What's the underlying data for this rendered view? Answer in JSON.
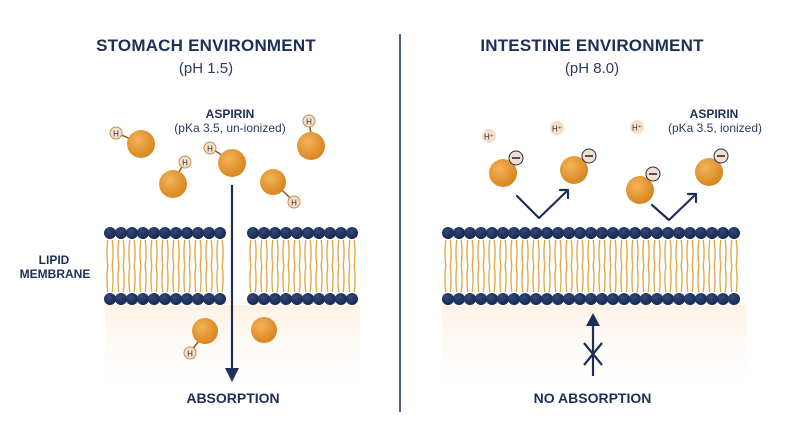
{
  "colors": {
    "navy": "#1c2f57",
    "head": "#1f3156",
    "tail": "#e2a94a",
    "molecule": "#e08f2a",
    "hydrogen_fill": "#f6dfc6",
    "gradient_bottom": "#fbe6cf"
  },
  "left_panel": {
    "title": "STOMACH ENVIRONMENT",
    "subtitle": "(pH 1.5)",
    "drug_name": "ASPIRIN",
    "drug_state": "(pKa 3.5, un-ionized)",
    "membrane_label": [
      "LIPID",
      "MEMBRANE"
    ],
    "hydrogen_symbol": "H",
    "result": "ABSORPTION"
  },
  "right_panel": {
    "title": "INTESTINE ENVIRONMENT",
    "subtitle": "(pH 8.0)",
    "drug_name": "ASPIRIN",
    "drug_state": "(pKa 3.5, ionized)",
    "proton_symbol": "H+",
    "charge_symbol": "−",
    "result": "NO ABSORPTION"
  }
}
